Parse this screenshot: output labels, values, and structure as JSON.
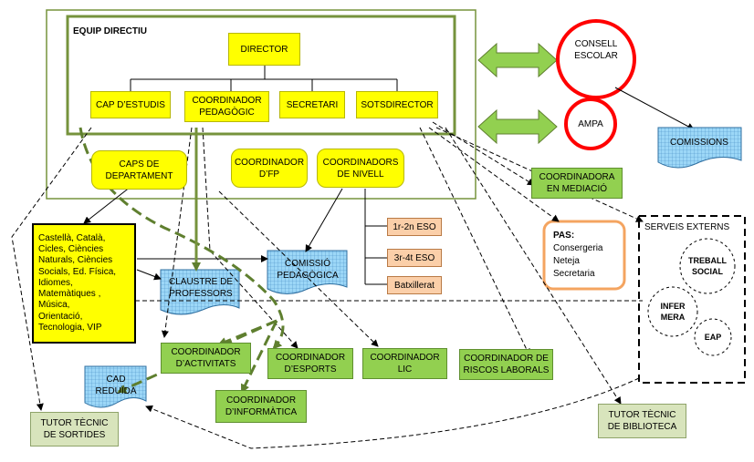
{
  "equip_directiu": {
    "title": "EQUIP DIRECTIU"
  },
  "director": "DIRECTOR",
  "cap_estudis": "CAP D’ESTUDIS",
  "coord_pedagogic": "COORDINADOR\nPEDAGÒGIC",
  "secretari": "SECRETARI",
  "sotsdirector": "SOTSDIRECTOR",
  "consell_escolar": "CONSELL\nESCOLAR",
  "ampa": "AMPA",
  "comissions": "COMISSIONS",
  "caps_departament": "CAPS DE\nDEPARTAMENT",
  "coord_fp": "COORDINADOR\nD’FP",
  "coord_nivell": "COORDINADORS\nDE NIVELL",
  "coord_mediacio": "COORDINADORA\nEN MEDIACIÓ",
  "departaments": "Castellà, Català,\nCicles, Ciències\nNaturals, Ciències\nSocials,  Ed. Física,\nIdiomes,\nMatemàtiques ,\nMúsica,\nOrientació,\nTecnologia, VIP",
  "claustre": "CLAUSTRE DE\nPROFESSORS",
  "comissio_pedagogica": "COMISSIÓ\nPEDAGÒGICA",
  "eso_12": "1r-2n ESO",
  "eso_34": "3r-4t ESO",
  "batxillerat": "Batxillerat",
  "pas": {
    "title": "PAS:",
    "items": [
      "Consergeria",
      "Neteja",
      "Secretaria"
    ]
  },
  "serveis_externs": {
    "title": "SERVEIS EXTERNS",
    "treball_social": "TREBALL\nSOCIAL",
    "infermera": "INFER\nMERA",
    "eap": "EAP"
  },
  "coord_activitats": "COORDINADOR\nD’ACTIVITATS",
  "coord_esports": "COORDINADOR\nD’ESPORTS",
  "coord_lic": "COORDINADOR\nLIC",
  "coord_riscos": "COORDINADOR DE\nRISCOS LABORALS",
  "coord_informatica": "COORDINADOR\nD’INFORMÀTICA",
  "cad_reduida": "CAD\nREDUÏDA",
  "tutor_sortides": "TUTOR TÈCNIC\nDE SORTIDES",
  "tutor_biblioteca": "TUTOR TÈCNIC\nDE BIBLIOTECA",
  "colors": {
    "yellow": "#ffff00",
    "green": "#92d050",
    "frame_green": "#76933c",
    "red": "#ff0000",
    "blue_grid": "#9cd7f7",
    "orange": "#f4a460"
  }
}
